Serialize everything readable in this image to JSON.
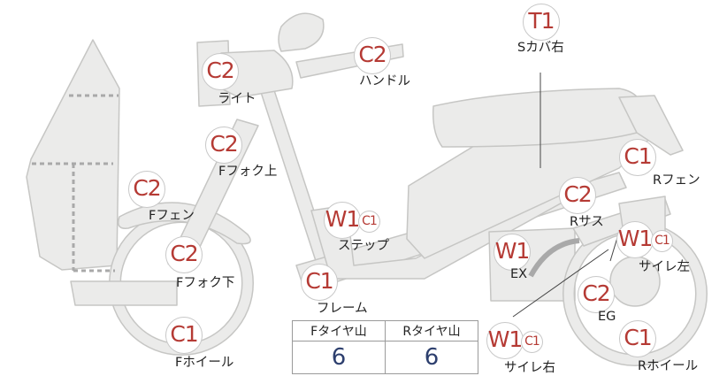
{
  "parts": [
    {
      "key": "light",
      "grade": "C2",
      "label": "ライト"
    },
    {
      "key": "handle",
      "grade": "C2",
      "label": "ハンドル"
    },
    {
      "key": "s_cover_right",
      "grade": "T1",
      "label": "Sカバ右"
    },
    {
      "key": "f_fork_upper",
      "grade": "C2",
      "label": "Fフォク上"
    },
    {
      "key": "r_fender",
      "grade": "C1",
      "label": "Rフェン"
    },
    {
      "key": "f_fender",
      "grade": "C2",
      "label": "Fフェン"
    },
    {
      "key": "step",
      "grade": "W1",
      "grade2": "C1",
      "label": "ステップ"
    },
    {
      "key": "r_suspension",
      "grade": "C2",
      "label": "Rサス"
    },
    {
      "key": "f_fork_lower",
      "grade": "C2",
      "label": "Fフォク下"
    },
    {
      "key": "exhaust",
      "grade": "W1",
      "label": "EX"
    },
    {
      "key": "muffler_left",
      "grade": "W1",
      "grade2": "C1",
      "label": "サイレ左"
    },
    {
      "key": "frame",
      "grade": "C1",
      "label": "フレーム"
    },
    {
      "key": "engine",
      "grade": "C2",
      "label": "EG"
    },
    {
      "key": "f_wheel",
      "grade": "C1",
      "label": "Fホイール"
    },
    {
      "key": "muffler_right",
      "grade": "W1",
      "grade2": "C1",
      "label": "サイレ右"
    },
    {
      "key": "r_wheel",
      "grade": "C1",
      "label": "Rホイール"
    }
  ],
  "tread_table": {
    "headers": [
      "Fタイヤ山",
      "Rタイヤ山"
    ],
    "values": [
      "6",
      "6"
    ]
  }
}
